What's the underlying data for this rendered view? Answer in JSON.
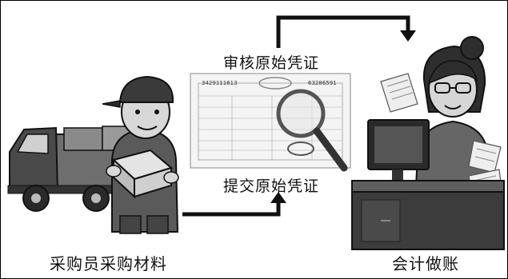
{
  "labels": {
    "review": "审核原始凭证",
    "submit": "提交原始凭证",
    "purchaser": "采购员采购材料",
    "accountant": "会计做账"
  },
  "voucher_text": {
    "number_left": "3429111613",
    "number_right": "63286591"
  },
  "colors": {
    "line": "#111111",
    "shade_dark": "#3a3a3a",
    "shade_mid": "#7a7a7a",
    "shade_light": "#c8c8c8"
  }
}
